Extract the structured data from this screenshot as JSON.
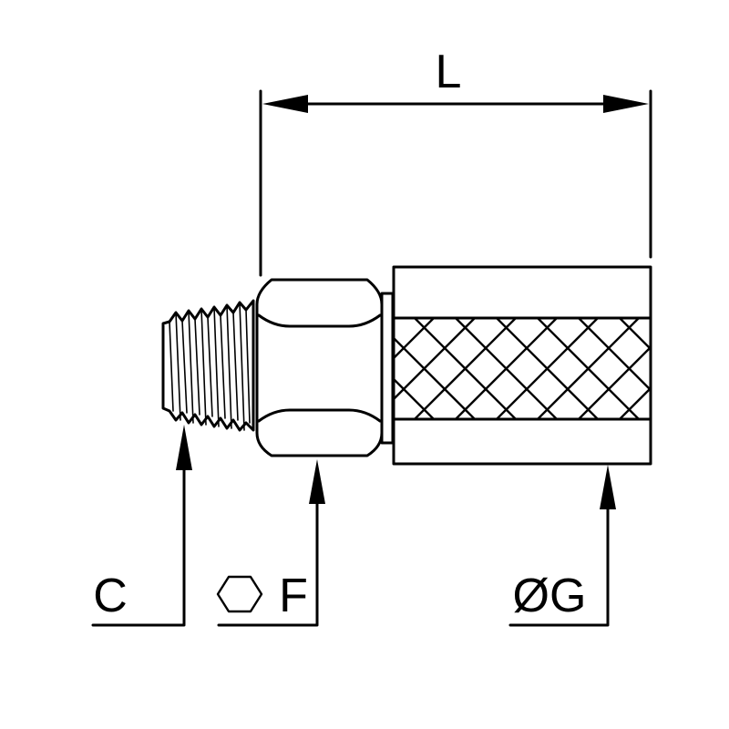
{
  "labels": {
    "length": "L",
    "thread": "C",
    "hex": "F",
    "diameter": "ØG"
  },
  "icons": {
    "hex_symbol": "hexagon-icon"
  },
  "colors": {
    "line": "#000000",
    "background": "#ffffff"
  }
}
